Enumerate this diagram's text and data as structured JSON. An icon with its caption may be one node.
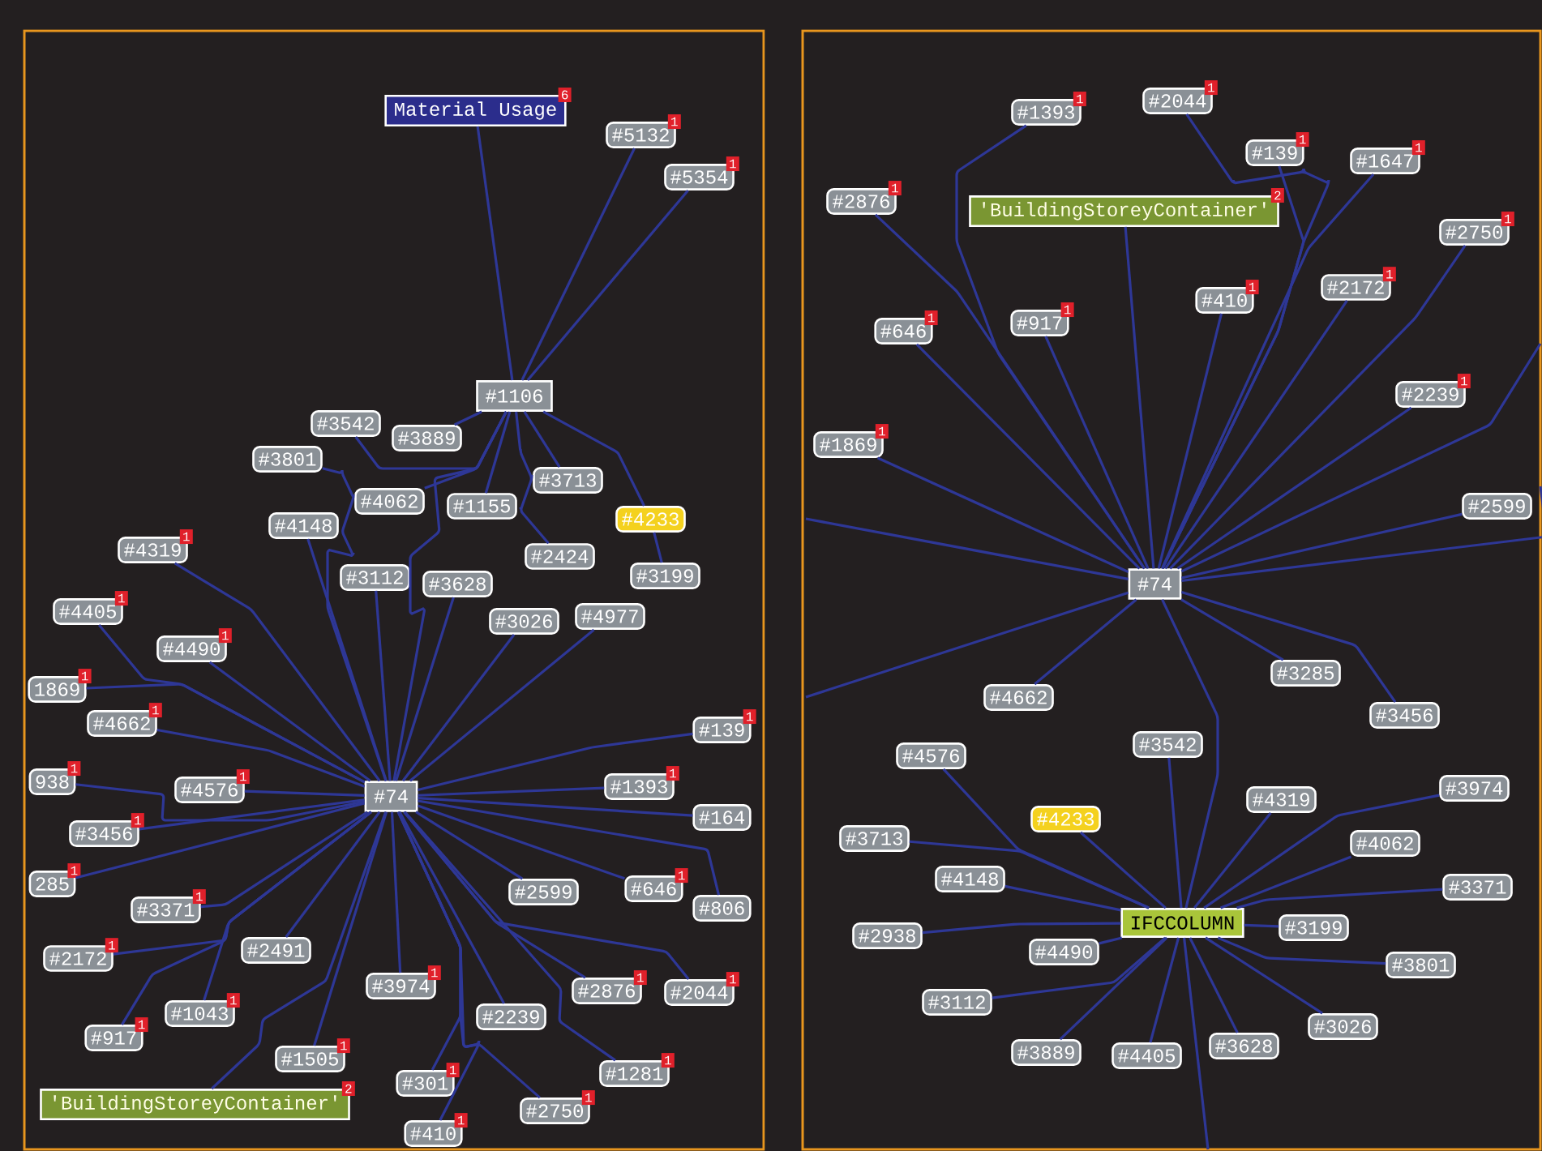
{
  "diagram": {
    "nodes": [
      {
        "text": [],
        "shape": "box"
      },
      {
        "text": [],
        "shape": "box"
      },
      {
        "text": [
          "Material Usage"
        ],
        "beside": [
          "6"
        ],
        "in": 0
      },
      {
        "text": [
          "#5132"
        ],
        "beside": [
          "1"
        ],
        "in": 0
      },
      {
        "text": [
          "#5354"
        ],
        "beside": [
          "1"
        ],
        "in": 0
      },
      {
        "text": [
          "#1106"
        ],
        "in": 0
      },
      {
        "text": [
          "#3542"
        ],
        "in": 0
      },
      {
        "text": [
          "#3889"
        ],
        "in": 0
      },
      {
        "text": [
          "#3801"
        ],
        "in": 0
      },
      {
        "text": [
          "#4062"
        ],
        "in": 0
      },
      {
        "text": [
          "#1155"
        ],
        "in": 0
      },
      {
        "text": [
          "#3713"
        ],
        "in": 0
      },
      {
        "text": [
          "#4233"
        ],
        "in": 0
      },
      {
        "text": [
          "#4148"
        ],
        "in": 0
      },
      {
        "text": [
          "#4319"
        ],
        "beside": [
          "1"
        ],
        "in": 0
      },
      {
        "text": [
          "#3112"
        ],
        "in": 0
      },
      {
        "text": [
          "#3628"
        ],
        "in": 0
      },
      {
        "text": [
          "#2424"
        ],
        "in": 0
      },
      {
        "text": [
          "#3199"
        ],
        "in": 0
      },
      {
        "text": [
          "#3026"
        ],
        "in": 0
      },
      {
        "text": [
          "#4977"
        ],
        "in": 0
      },
      {
        "text": [
          "#4405"
        ],
        "beside": [
          "1"
        ],
        "in": 0
      },
      {
        "text": [
          "#4490"
        ],
        "beside": [
          "1"
        ],
        "in": 0
      },
      {
        "text": [
          "1869"
        ],
        "beside": [
          "1"
        ],
        "in": 0
      },
      {
        "text": [
          "#4662"
        ],
        "beside": [
          "1"
        ],
        "in": 0
      },
      {
        "text": [
          "#139"
        ],
        "beside": [
          "1"
        ],
        "in": 0
      },
      {
        "text": [
          "#4576"
        ],
        "beside": [
          "1"
        ],
        "in": 0
      },
      {
        "text": [
          "938"
        ],
        "beside": [
          "1"
        ],
        "in": 0
      },
      {
        "text": [
          "#74"
        ],
        "in": 0
      },
      {
        "text": [
          "#1393"
        ],
        "beside": [
          "1"
        ],
        "in": 0
      },
      {
        "text": [
          "#3456"
        ],
        "beside": [
          "1"
        ],
        "in": 0
      },
      {
        "text": [
          "#164"
        ],
        "in": 0
      },
      {
        "text": [
          "285"
        ],
        "beside": [
          "1"
        ],
        "in": 0
      },
      {
        "text": [
          "#3371"
        ],
        "beside": [
          "1"
        ],
        "in": 0
      },
      {
        "text": [
          "#2599"
        ],
        "in": 0
      },
      {
        "text": [
          "#646"
        ],
        "beside": [
          "1"
        ],
        "in": 0
      },
      {
        "text": [
          "#806"
        ],
        "in": 0
      },
      {
        "text": [
          "#2172"
        ],
        "beside": [
          "1"
        ],
        "in": 0
      },
      {
        "text": [
          "#2491"
        ],
        "in": 0
      },
      {
        "text": [
          "#3974"
        ],
        "beside": [
          "1"
        ],
        "in": 0
      },
      {
        "text": [
          "#2876"
        ],
        "beside": [
          "1"
        ],
        "in": 0
      },
      {
        "text": [
          "#2044"
        ],
        "beside": [
          "1"
        ],
        "in": 0
      },
      {
        "text": [
          "#1043"
        ],
        "beside": [
          "1"
        ],
        "in": 0
      },
      {
        "text": [
          "#2239"
        ],
        "in": 0
      },
      {
        "text": [
          "#917"
        ],
        "beside": [
          "1"
        ],
        "in": 0
      },
      {
        "text": [
          "#1505"
        ],
        "beside": [
          "1"
        ],
        "in": 0
      },
      {
        "text": [
          "#1281"
        ],
        "beside": [
          "1"
        ],
        "in": 0
      },
      {
        "text": [
          "'BuildingStoreyContainer'"
        ],
        "beside": [
          "2"
        ],
        "in": 0
      },
      {
        "text": [
          "#301"
        ],
        "beside": [
          "1"
        ],
        "in": 0
      },
      {
        "text": [
          "#2750"
        ],
        "beside": [
          "1"
        ],
        "in": 0
      },
      {
        "text": [
          "#410"
        ],
        "beside": [
          "1"
        ],
        "in": 0
      },
      {
        "text": [
          "#2044"
        ],
        "beside": [
          "1"
        ],
        "in": 1
      },
      {
        "text": [
          "#1393"
        ],
        "beside": [
          "1"
        ],
        "in": 1
      },
      {
        "text": [
          "#139"
        ],
        "beside": [
          "1"
        ],
        "in": 1
      },
      {
        "text": [
          "#1647"
        ],
        "beside": [
          "1"
        ],
        "in": 1
      },
      {
        "text": [
          "#2876"
        ],
        "beside": [
          "1"
        ],
        "in": 1
      },
      {
        "text": [
          "'BuildingStoreyContainer'"
        ],
        "beside": [
          "2"
        ],
        "in": 1
      },
      {
        "text": [
          "#2750"
        ],
        "beside": [
          "1"
        ],
        "in": 1
      },
      {
        "text": [
          "#2172"
        ],
        "beside": [
          "1"
        ],
        "in": 1
      },
      {
        "text": [
          "#410"
        ],
        "beside": [
          "1"
        ],
        "in": 1
      },
      {
        "text": [
          "#917"
        ],
        "beside": [
          "1"
        ],
        "in": 1
      },
      {
        "text": [
          "#646"
        ],
        "beside": [
          "1"
        ],
        "in": 1
      },
      {
        "text": [
          "#2239"
        ],
        "beside": [
          "1"
        ],
        "in": 1
      },
      {
        "text": [
          "#1869"
        ],
        "beside": [
          "1"
        ],
        "in": 1
      },
      {
        "text": [
          "#2599"
        ],
        "in": 1
      },
      {
        "text": [
          "#74"
        ],
        "in": 1
      },
      {
        "text": [
          "#3285"
        ],
        "in": 1
      },
      {
        "text": [
          "#4662"
        ],
        "in": 1
      },
      {
        "text": [
          "#3456"
        ],
        "in": 1
      },
      {
        "text": [
          "#3542"
        ],
        "in": 1
      },
      {
        "text": [
          "#4576"
        ],
        "in": 1
      },
      {
        "text": [
          "#3974"
        ],
        "in": 1
      },
      {
        "text": [
          "#4319"
        ],
        "in": 1
      },
      {
        "text": [
          "#4233"
        ],
        "in": 1
      },
      {
        "text": [
          "#3713"
        ],
        "in": 1
      },
      {
        "text": [
          "#4062"
        ],
        "in": 1
      },
      {
        "text": [
          "#4148"
        ],
        "in": 1
      },
      {
        "text": [
          "#3371"
        ],
        "in": 1
      },
      {
        "text": [
          "IFCCOLUMN"
        ],
        "in": 1
      },
      {
        "text": [
          "#2938"
        ],
        "in": 1
      },
      {
        "text": [
          "#3199"
        ],
        "in": 1
      },
      {
        "text": [
          "#4490"
        ],
        "in": 1
      },
      {
        "text": [
          "#3801"
        ],
        "in": 1
      },
      {
        "text": [
          "#3112"
        ],
        "in": 1
      },
      {
        "text": [
          "#3026"
        ],
        "in": 1
      },
      {
        "text": [
          "#3889"
        ],
        "in": 1
      },
      {
        "text": [
          "#4405"
        ],
        "in": 1
      },
      {
        "text": [
          "#3628"
        ],
        "in": 1
      }
    ],
    "edges": [
      {
        "from": 5,
        "to": 2,
        "arrow": "none"
      },
      {
        "from": 5,
        "to": 3,
        "arrow": "none"
      },
      {
        "from": 5,
        "to": 4,
        "arrow": "none"
      },
      {
        "from": 5,
        "to": 6,
        "arrow": "none"
      },
      {
        "from": 5,
        "to": 7,
        "arrow": "none"
      },
      {
        "from": 5,
        "to": 9,
        "arrow": "none"
      },
      {
        "from": 5,
        "to": 10,
        "arrow": "none"
      },
      {
        "from": 5,
        "to": 11,
        "arrow": "none"
      },
      {
        "from": 5,
        "to": 12,
        "arrow": "none"
      },
      {
        "from": 5,
        "to": 17,
        "arrow": "none"
      },
      {
        "from": 28,
        "to": 5,
        "arrow": "none"
      },
      {
        "from": 28,
        "to": 8,
        "arrow": "none"
      },
      {
        "from": 28,
        "to": 13,
        "arrow": "none"
      },
      {
        "from": 28,
        "to": 14,
        "arrow": "none"
      },
      {
        "from": 28,
        "to": 15,
        "arrow": "none"
      },
      {
        "from": 28,
        "to": 16,
        "arrow": "none"
      },
      {
        "from": 12,
        "to": 18,
        "arrow": "none"
      },
      {
        "from": 28,
        "to": 19,
        "arrow": "none"
      },
      {
        "from": 28,
        "to": 20,
        "arrow": "none"
      },
      {
        "from": 28,
        "to": 21,
        "arrow": "none"
      },
      {
        "from": 28,
        "to": 22,
        "arrow": "none"
      },
      {
        "from": 28,
        "to": 23,
        "arrow": "none"
      },
      {
        "from": 28,
        "to": 24,
        "arrow": "none"
      },
      {
        "from": 28,
        "to": 25,
        "arrow": "none"
      },
      {
        "from": 28,
        "to": 26,
        "arrow": "none"
      },
      {
        "from": 28,
        "to": 27,
        "arrow": "none"
      },
      {
        "from": 28,
        "to": 29,
        "arrow": "none"
      },
      {
        "from": 28,
        "to": 30,
        "arrow": "none"
      },
      {
        "from": 28,
        "to": 31,
        "arrow": "none"
      },
      {
        "from": 28,
        "to": 32,
        "arrow": "none"
      },
      {
        "from": 28,
        "to": 33,
        "arrow": "none"
      },
      {
        "from": 28,
        "to": 34,
        "arrow": "none"
      },
      {
        "from": 28,
        "to": 35,
        "arrow": "none"
      },
      {
        "from": 28,
        "to": 36,
        "arrow": "none"
      },
      {
        "from": 28,
        "to": 37,
        "arrow": "none"
      },
      {
        "from": 28,
        "to": 38,
        "arrow": "none"
      },
      {
        "from": 28,
        "to": 39,
        "arrow": "none"
      },
      {
        "from": 28,
        "to": 40,
        "arrow": "none"
      },
      {
        "from": 28,
        "to": 41,
        "arrow": "none"
      },
      {
        "from": 28,
        "to": 42,
        "arrow": "none"
      },
      {
        "from": 28,
        "to": 43,
        "arrow": "none"
      },
      {
        "from": 28,
        "to": 44,
        "arrow": "none"
      },
      {
        "from": 28,
        "to": 45,
        "arrow": "none"
      },
      {
        "from": 28,
        "to": 46,
        "arrow": "none"
      },
      {
        "from": 28,
        "to": 47,
        "arrow": "none"
      },
      {
        "from": 28,
        "to": 48,
        "arrow": "none"
      },
      {
        "from": 28,
        "to": 49,
        "arrow": "none"
      },
      {
        "from": 28,
        "to": 50,
        "arrow": "none"
      },
      {
        "from": 65,
        "to": 51,
        "arrow": "none"
      },
      {
        "from": 65,
        "to": 52,
        "arrow": "none"
      },
      {
        "from": 65,
        "to": 53,
        "arrow": "none"
      },
      {
        "from": 65,
        "to": 54,
        "arrow": "none"
      },
      {
        "from": 65,
        "to": 55,
        "arrow": "none"
      },
      {
        "from": 65,
        "to": 56,
        "arrow": "none"
      },
      {
        "from": 65,
        "to": 57,
        "arrow": "none"
      },
      {
        "from": 65,
        "to": 58,
        "arrow": "none"
      },
      {
        "from": 65,
        "to": 59,
        "arrow": "none"
      },
      {
        "from": 65,
        "to": 60,
        "arrow": "none"
      },
      {
        "from": 65,
        "to": 61,
        "arrow": "none"
      },
      {
        "from": 65,
        "to": 62,
        "arrow": "none"
      },
      {
        "from": 65,
        "to": 63,
        "arrow": "none"
      },
      {
        "from": 65,
        "to": 64,
        "arrow": "none"
      },
      {
        "from": 65,
        "to": 66,
        "arrow": "none"
      },
      {
        "from": 65,
        "to": 67,
        "arrow": "none"
      },
      {
        "from": 65,
        "to": 68,
        "arrow": "none"
      },
      {
        "from": 65,
        "to": 78,
        "arrow": "none"
      },
      {
        "from": 65,
        "to": null,
        "arrow": "none"
      },
      {
        "from": 65,
        "to": null,
        "arrow": "none"
      },
      {
        "from": 65,
        "to": null,
        "arrow": "none"
      },
      {
        "from": 65,
        "to": null,
        "arrow": "none"
      },
      {
        "from": 78,
        "to": 69,
        "arrow": "none"
      },
      {
        "from": 78,
        "to": 70,
        "arrow": "none"
      },
      {
        "from": 78,
        "to": 71,
        "arrow": "none"
      },
      {
        "from": 78,
        "to": 72,
        "arrow": "none"
      },
      {
        "from": 78,
        "to": 73,
        "arrow": "none"
      },
      {
        "from": 78,
        "to": 74,
        "arrow": "none"
      },
      {
        "from": 78,
        "to": 75,
        "arrow": "none"
      },
      {
        "from": 78,
        "to": 76,
        "arrow": "none"
      },
      {
        "from": 78,
        "to": 77,
        "arrow": "none"
      },
      {
        "from": 78,
        "to": 79,
        "arrow": "none"
      },
      {
        "from": 78,
        "to": 80,
        "arrow": "none"
      },
      {
        "from": 78,
        "to": 81,
        "arrow": "none"
      },
      {
        "from": 78,
        "to": 82,
        "arrow": "none"
      },
      {
        "from": 78,
        "to": 83,
        "arrow": "none"
      },
      {
        "from": 78,
        "to": 84,
        "arrow": "none"
      },
      {
        "from": 78,
        "to": 85,
        "arrow": "none"
      },
      {
        "from": 78,
        "to": 86,
        "arrow": "none"
      },
      {
        "from": 78,
        "to": 87,
        "arrow": "none"
      },
      {
        "from": 78,
        "to": null,
        "arrow": "none"
      }
    ]
  }
}
